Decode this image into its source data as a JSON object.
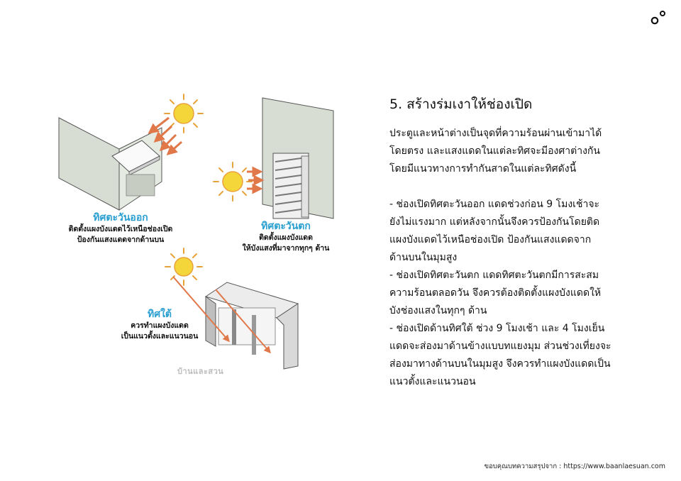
{
  "illustration": {
    "east": {
      "title": "ทิศตะวันออก",
      "line1": "ติดตั้งแผงบังแดดไว้เหนือช่องเปิด",
      "line2": "ป้องกันแสงแดดจากด้านบน"
    },
    "west": {
      "title": "ทิศตะวันตก",
      "line1": "ติดตั้งแผงบังแดด",
      "line2": "ให้บังแสงที่มาจากทุกๆ ด้าน"
    },
    "south": {
      "title": "ทิศใต้",
      "line1": "ควรทำแผงบังแดด",
      "line2": "เป็นแนวตั้งและแนวนอน"
    },
    "watermark": "บ้านและสวน"
  },
  "content": {
    "heading": "5. สร้างร่มเงาให้ช่องเปิด",
    "intro": [
      "ประตูและหน้าต่างเป็นจุดที่ความร้อนผ่านเข้ามาได้",
      "โดยตรง และแสงแดดในแต่ละทิศจะมีองศาต่างกัน",
      "โดยมีแนวทางการทำกันสาดในแต่ละทิศดังนี้"
    ],
    "points": [
      "- ช่องเปิดทิศตะวันออก แดดช่วงก่อน 9  โมงเช้าจะ",
      "ยังไม่แรงมาก แต่หลังจากนั้นจึงควรป้องกันโดยติด",
      "แผงบังแดดไว้เหนือช่องเปิด   ป้องกันแสงแดดจาก",
      "ด้านบนในมุมสูง",
      "- ช่องเปิดทิศตะวันตก   แดดทิศตะวันตกมีการสะสม",
      "ความร้อนตลอดวัน จึงควรต้องติดตั้งแผงบังแดดให้",
      "บังช่องแสงในทุกๆ ด้าน",
      "- ช่องเปิดด้านทิศใต้ ช่วง 9 โมงเช้า  และ 4 โมงเย็น",
      "แดดจะส่องมาด้านข้างแบบทแยงมุม ส่วนช่วงเที่ยงจะ",
      "ส่องมาทางด้านบนในมุมสูง จึงควรทำแผงบังแดดเป็น",
      "แนวตั้งและแนวนอน"
    ]
  },
  "footer": {
    "credit": "ขอบคุณบทความสรุปจาก : https://www.baanlaesuan.com"
  },
  "colors": {
    "sun": "#f4d63a",
    "sun_ray": "#e8a23a",
    "arrow": "#e0784a",
    "caption_title": "#2b9fd0",
    "wall": "#d7ddd3"
  }
}
